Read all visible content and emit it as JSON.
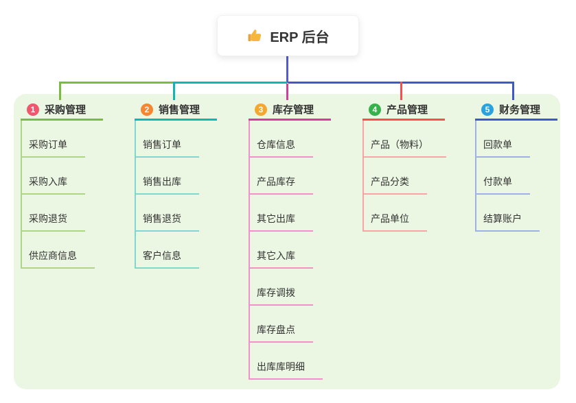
{
  "root": {
    "label": "ERP 后台",
    "icon": "thumbs-up-icon"
  },
  "colors": {
    "panel_bg": "#ebf7e3",
    "root_stem": "#515bd4",
    "branch1_line": "#7cbb41",
    "branch1_light": "#aed584",
    "branch1_badge": "#f0566e",
    "branch2_line": "#10b7b2",
    "branch2_light": "#82d6d0",
    "branch2_badge": "#f58633",
    "branch3_line": "#d43c9e",
    "branch3_light": "#f190cb",
    "branch3_badge": "#f3a72e",
    "branch4_line": "#fa4d4f",
    "branch4_light": "#f9a3a4",
    "branch4_badge": "#35b34a",
    "branch5_line": "#3f58c9",
    "branch5_light": "#9fb0e4",
    "branch5_badge": "#2aa2dd"
  },
  "branches": [
    {
      "num": "1",
      "label": "采购管理",
      "children": [
        "采购订单",
        "采购入库",
        "采购退货",
        "供应商信息"
      ]
    },
    {
      "num": "2",
      "label": "销售管理",
      "children": [
        "销售订单",
        "销售出库",
        "销售退货",
        "客户信息"
      ]
    },
    {
      "num": "3",
      "label": "库存管理",
      "children": [
        "仓库信息",
        "产品库存",
        "其它出库",
        "其它入库",
        "库存调拨",
        "库存盘点",
        "出库库明细"
      ]
    },
    {
      "num": "4",
      "label": "产品管理",
      "children": [
        "产品（物料）",
        "产品分类",
        "产品单位"
      ]
    },
    {
      "num": "5",
      "label": "财务管理",
      "children": [
        "回款单",
        "付款单",
        "结算账户"
      ]
    }
  ]
}
